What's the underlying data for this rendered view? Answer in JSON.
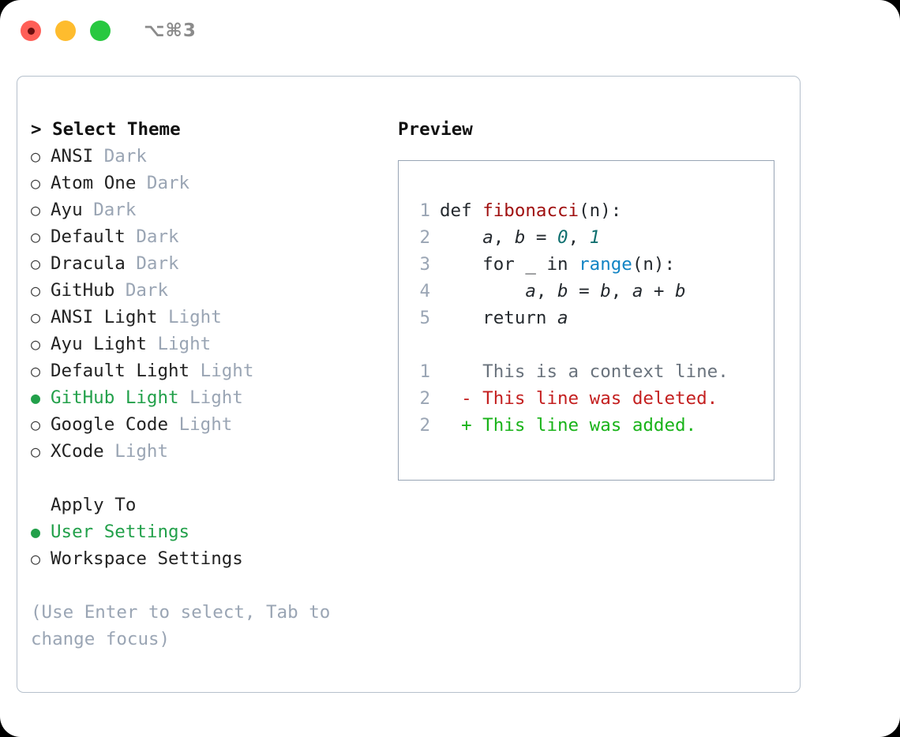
{
  "titlebar": {
    "shortcut": "⌥⌘3",
    "buttons": [
      "close",
      "minimize",
      "maximize"
    ]
  },
  "theme_list": {
    "header": "> Select Theme",
    "items": [
      {
        "label": "ANSI",
        "category": "Dark",
        "selected": false,
        "bullet": "○"
      },
      {
        "label": "Atom One",
        "category": "Dark",
        "selected": false,
        "bullet": "○"
      },
      {
        "label": "Ayu",
        "category": "Dark",
        "selected": false,
        "bullet": "○"
      },
      {
        "label": "Default",
        "category": "Dark",
        "selected": false,
        "bullet": "○"
      },
      {
        "label": "Dracula",
        "category": "Dark",
        "selected": false,
        "bullet": "○"
      },
      {
        "label": "GitHub",
        "category": "Dark",
        "selected": false,
        "bullet": "○"
      },
      {
        "label": "ANSI Light",
        "category": "Light",
        "selected": false,
        "bullet": "○"
      },
      {
        "label": "Ayu Light",
        "category": "Light",
        "selected": false,
        "bullet": "○"
      },
      {
        "label": "Default Light",
        "category": "Light",
        "selected": false,
        "bullet": "○"
      },
      {
        "label": "GitHub Light",
        "category": "Light",
        "selected": true,
        "bullet": "●"
      },
      {
        "label": "Google Code",
        "category": "Light",
        "selected": false,
        "bullet": "○"
      },
      {
        "label": "XCode",
        "category": "Light",
        "selected": false,
        "bullet": "○"
      }
    ]
  },
  "apply_to": {
    "header": "Apply To",
    "options": [
      {
        "label": "User Settings",
        "selected": true,
        "bullet": "●"
      },
      {
        "label": "Workspace Settings",
        "selected": false,
        "bullet": "○"
      }
    ]
  },
  "hint": "(Use Enter to select, Tab to change focus)",
  "preview": {
    "header": "Preview",
    "code_lines": [
      {
        "number": "1",
        "tokens": [
          {
            "text": "def ",
            "kind": "plain"
          },
          {
            "text": "fibonacci",
            "kind": "fn"
          },
          {
            "text": "(n):",
            "kind": "plain"
          }
        ]
      },
      {
        "number": "2",
        "tokens": [
          {
            "text": "    ",
            "kind": "plain"
          },
          {
            "text": "a",
            "kind": "var"
          },
          {
            "text": ", ",
            "kind": "plain"
          },
          {
            "text": "b",
            "kind": "var"
          },
          {
            "text": " = ",
            "kind": "plain"
          },
          {
            "text": "0",
            "kind": "num"
          },
          {
            "text": ", ",
            "kind": "plain"
          },
          {
            "text": "1",
            "kind": "num"
          }
        ]
      },
      {
        "number": "3",
        "tokens": [
          {
            "text": "    for _ in ",
            "kind": "plain"
          },
          {
            "text": "range",
            "kind": "builtin"
          },
          {
            "text": "(n):",
            "kind": "plain"
          }
        ]
      },
      {
        "number": "4",
        "tokens": [
          {
            "text": "        ",
            "kind": "plain"
          },
          {
            "text": "a",
            "kind": "var"
          },
          {
            "text": ", ",
            "kind": "plain"
          },
          {
            "text": "b",
            "kind": "var"
          },
          {
            "text": " = ",
            "kind": "plain"
          },
          {
            "text": "b",
            "kind": "var"
          },
          {
            "text": ", ",
            "kind": "plain"
          },
          {
            "text": "a",
            "kind": "var"
          },
          {
            "text": " + ",
            "kind": "plain"
          },
          {
            "text": "b",
            "kind": "var"
          }
        ]
      },
      {
        "number": "5",
        "tokens": [
          {
            "text": "    return ",
            "kind": "plain"
          },
          {
            "text": "a",
            "kind": "var"
          }
        ]
      }
    ],
    "diff_lines": [
      {
        "number": "1",
        "marker": " ",
        "text": " This is a context line.",
        "kind": "ctx"
      },
      {
        "number": "2",
        "marker": "-",
        "text": " This line was deleted.",
        "kind": "del"
      },
      {
        "number": "2",
        "marker": "+",
        "text": " This line was added.",
        "kind": "add"
      }
    ]
  },
  "colors": {
    "accent_green": "#22a04a",
    "muted": "#9aa5b4",
    "border": "#b6c0cc",
    "preview_border": "#98a5b5",
    "fn_red": "#a01010",
    "num_teal": "#107070",
    "builtin_blue": "#1184c4",
    "diff_del": "#c42020",
    "diff_add": "#19b319",
    "diff_ctx": "#6a737d"
  }
}
